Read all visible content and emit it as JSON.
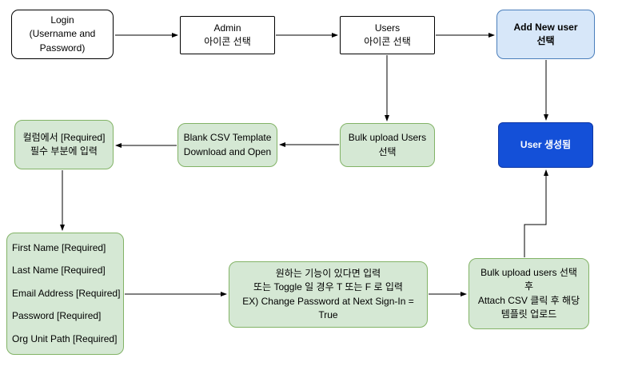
{
  "diagram": {
    "background": "#ffffff",
    "colors": {
      "white_node_fill": "#ffffff",
      "white_node_border": "#000000",
      "green_node_fill": "#d5e8d4",
      "green_node_border": "#82b366",
      "lightblue_node_fill": "#d7e7f9",
      "lightblue_node_border": "#4a7ebb",
      "solidblue_node_fill": "#1450d8",
      "solidblue_node_border": "#0f37a4",
      "solidblue_text": "#ffffff",
      "arrow": "#000000"
    },
    "nodes": {
      "login": {
        "lines": [
          "Login",
          "(Username and",
          "Password)"
        ]
      },
      "admin": {
        "lines": [
          "Admin",
          "아이콘 선택"
        ]
      },
      "users": {
        "lines": [
          "Users",
          "아이콘 선택"
        ]
      },
      "add_new_user": {
        "lines": [
          "Add New user",
          "선택"
        ]
      },
      "required_columns": {
        "lines": [
          "컬럼에서 [Required]",
          "필수 부분에 입력"
        ]
      },
      "blank_csv": {
        "lines": [
          "Blank CSV Template",
          "Download and Open"
        ]
      },
      "bulk_upload": {
        "lines": [
          "Bulk upload Users",
          "선택"
        ]
      },
      "user_created": {
        "lines": [
          "User 생성됨"
        ]
      },
      "fields": {
        "lines": [
          "First Name [Required]",
          "Last Name [Required]",
          "Email Address [Required]",
          "Password [Required]",
          "Org Unit Path [Required]"
        ]
      },
      "optional_input": {
        "lines": [
          "원하는 기능이 있다면 입력",
          "또는 Toggle 일 경우 T 또는 F 로 입력",
          "EX) Change Password at Next Sign-In =",
          "True"
        ]
      },
      "attach_csv": {
        "lines": [
          "Bulk upload users 선택",
          "후",
          "Attach CSV 클릭 후 해당",
          "템플릿 업로드"
        ]
      }
    }
  }
}
